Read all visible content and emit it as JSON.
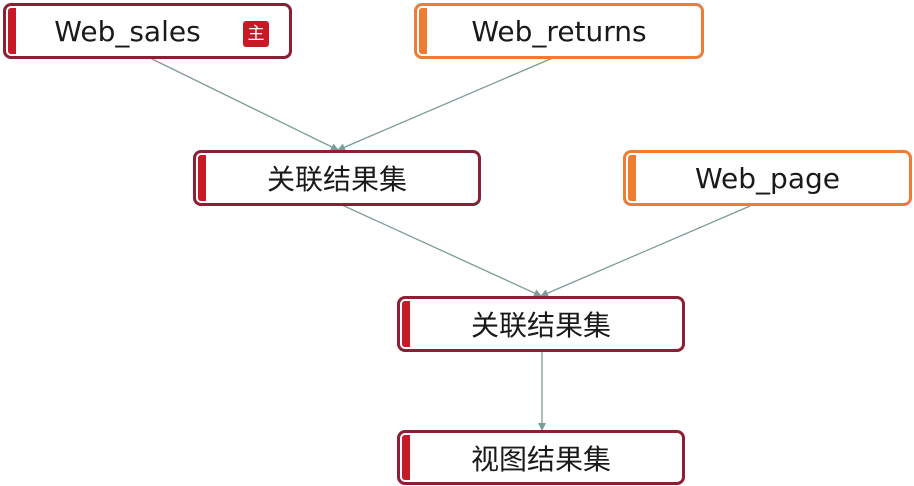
{
  "colors": {
    "primary_border": "#8c1f33",
    "primary_accent": "#c81a26",
    "secondary_border": "#ee7d31",
    "edge": "#7f9a9a"
  },
  "nodes": {
    "web_sales": {
      "label": "Web_sales",
      "badge": "主"
    },
    "web_returns": {
      "label": "Web_returns"
    },
    "join_1": {
      "label": "关联结果集"
    },
    "web_page": {
      "label": "Web_page"
    },
    "join_2": {
      "label": "关联结果集"
    },
    "view_result": {
      "label": "视图结果集"
    }
  },
  "edges": [
    {
      "from": "web_sales",
      "to": "join_1"
    },
    {
      "from": "web_returns",
      "to": "join_1"
    },
    {
      "from": "join_1",
      "to": "join_2"
    },
    {
      "from": "web_page",
      "to": "join_2"
    },
    {
      "from": "join_2",
      "to": "view_result"
    }
  ]
}
